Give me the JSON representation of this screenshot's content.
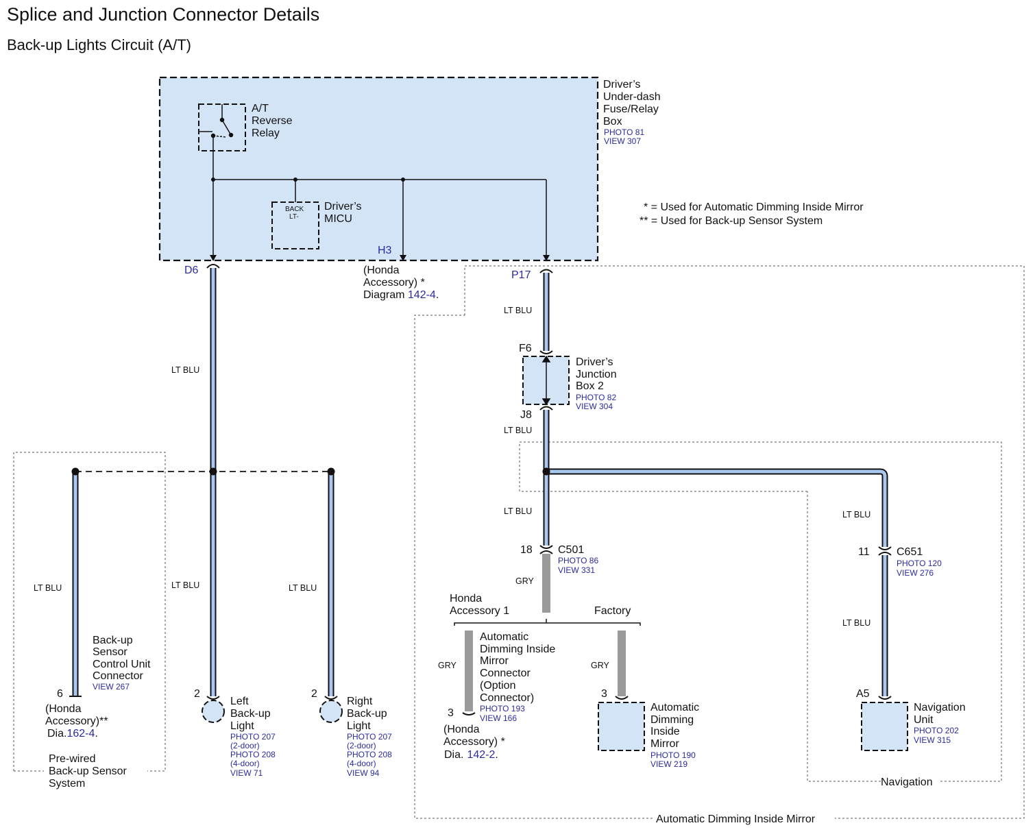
{
  "header": {
    "title": "Splice and Junction Connector Details",
    "subtitle": "Back-up Lights Circuit (A/T)"
  },
  "colors": {
    "box_fill": "#d3e4f6",
    "wire_blue": "#a9c8ef",
    "wire_gray": "#9a9a9a",
    "ref_text": "#2a2aa0"
  },
  "fuse_box": {
    "name": [
      "Driver’s",
      "Under-dash",
      "Fuse/Relay",
      "Box"
    ],
    "photo": "PHOTO 81",
    "view": "VIEW 307",
    "relay_label": [
      "A/T",
      "Reverse",
      "Relay"
    ],
    "micu_label": [
      "Driver’s",
      "MICU"
    ],
    "micu_inner": [
      "BACK",
      "LT-"
    ],
    "pins": {
      "d6": "D6",
      "h3": "H3",
      "p17": "P17"
    }
  },
  "honda_accessory_h3": {
    "lines": [
      "(Honda",
      "Accessory) *",
      "Diagram "
    ],
    "link": "142-4",
    "dot": "."
  },
  "legend": {
    "line1": "* =  Used for Automatic Dimming Inside Mirror",
    "line2": "** =  Used for Back-up Sensor System"
  },
  "wire_labels": {
    "lt_blu": "LT BLU",
    "gry": "GRY"
  },
  "junction_box2": {
    "name": [
      "Driver’s",
      "Junction",
      "Box 2"
    ],
    "photo": "PHOTO 82",
    "view": "VIEW 304",
    "pin_top": "F6",
    "pin_bottom": "J8"
  },
  "backup_sensor": {
    "pin": "6",
    "name": [
      "Back-up",
      "Sensor",
      "Control Unit",
      "Connector"
    ],
    "view": "VIEW 267",
    "note": [
      "(Honda",
      "Accessory)**",
      "Dia."
    ],
    "link": "162-4",
    "dot": ".",
    "group": [
      "Pre-wired",
      "Back-up Sensor",
      "System"
    ]
  },
  "left_light": {
    "pin": "2",
    "name": [
      "Left",
      "Back-up",
      "Light"
    ],
    "refs": [
      "PHOTO 207",
      "(2-door)",
      "PHOTO 208",
      "(4-door)",
      "VIEW 71"
    ]
  },
  "right_light": {
    "pin": "2",
    "name": [
      "Right",
      "Back-up",
      "Light"
    ],
    "refs": [
      "PHOTO 207",
      "(2-door)",
      "PHOTO 208",
      "(4-door)",
      "VIEW 94"
    ]
  },
  "c501": {
    "pin": "18",
    "name": "C501",
    "photo": "PHOTO 86",
    "view": "VIEW 331"
  },
  "branches": {
    "honda": [
      "Honda",
      "Accessory 1"
    ],
    "factory": "Factory"
  },
  "mirror_connector": {
    "pin": "3",
    "name": [
      "Automatic",
      "Dimming Inside",
      "Mirror",
      "Connector",
      "(Option",
      "Connector)"
    ],
    "photo": "PHOTO 193",
    "view": "VIEW 166",
    "note": [
      "(Honda",
      "Accessory) *",
      "Dia."
    ],
    "link": "142-2",
    "dot": "."
  },
  "mirror": {
    "pin": "3",
    "name": [
      "Automatic",
      "Dimming",
      "Inside",
      "Mirror"
    ],
    "photo": "PHOTO 190",
    "view": "VIEW 219"
  },
  "c651": {
    "pin": "11",
    "name": "C651",
    "photo": "PHOTO 120",
    "view": "VIEW 276"
  },
  "nav_unit": {
    "pin": "A5",
    "name": [
      "Navigation",
      "Unit"
    ],
    "photo": "PHOTO 202",
    "view": "VIEW 315"
  },
  "groups": {
    "navigation": "Navigation",
    "mirror": "Automatic Dimming Inside Mirror"
  }
}
